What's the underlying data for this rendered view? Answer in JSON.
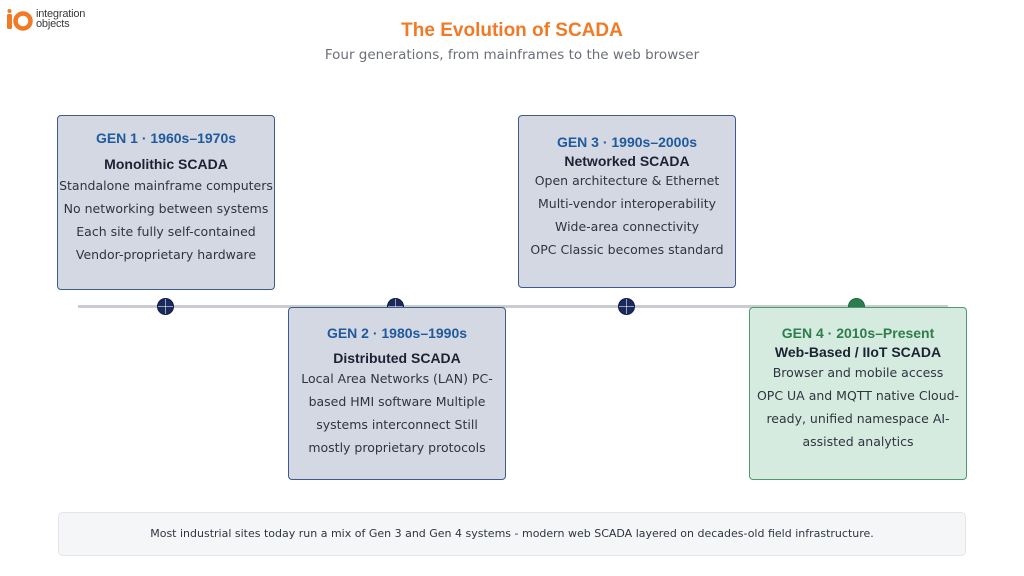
{
  "logo": {
    "line1": "integration",
    "line2": "objects"
  },
  "header": {
    "title": "The Evolution of SCADA",
    "subtitle": "Four generations, from mainframes to the web browser"
  },
  "generations": [
    {
      "label": "GEN 1 · 1960s–1970s",
      "name": "Monolithic SCADA",
      "lines": [
        "Standalone mainframe computers",
        "No networking between systems",
        "Each site fully self-contained",
        "Vendor-proprietary hardware"
      ]
    },
    {
      "label": "GEN 2 · 1980s–1990s",
      "name": "Distributed SCADA",
      "lines": [
        "Local Area Networks (LAN) PC-",
        "based HMI software Multiple",
        "systems interconnect Still",
        "mostly proprietary protocols"
      ]
    },
    {
      "label": "GEN 3 · 1990s–2000s",
      "name": "Networked SCADA",
      "lines": [
        "Open architecture & Ethernet",
        "Multi-vendor interoperability",
        "Wide-area connectivity",
        "OPC Classic becomes standard"
      ]
    },
    {
      "label": "GEN 4 · 2010s–Present",
      "name": "Web-Based / IIoT SCADA",
      "lines": [
        "Browser and mobile access",
        "OPC UA and MQTT native Cloud-",
        "ready, unified namespace AI-",
        "assisted analytics"
      ]
    }
  ],
  "footer": {
    "note": "Most industrial sites today run a mix of Gen 3 and Gen 4 systems - modern web SCADA layered on decades-old field infrastructure."
  },
  "colors": {
    "title": "#f07a26",
    "gen_label_blue": "#1f5a9c",
    "gen_label_green": "#2e7d4f",
    "card_blue_bg": "#d4d8e3",
    "card_green_bg": "#d6ebdf",
    "node_navy": "#1b2a5e"
  }
}
